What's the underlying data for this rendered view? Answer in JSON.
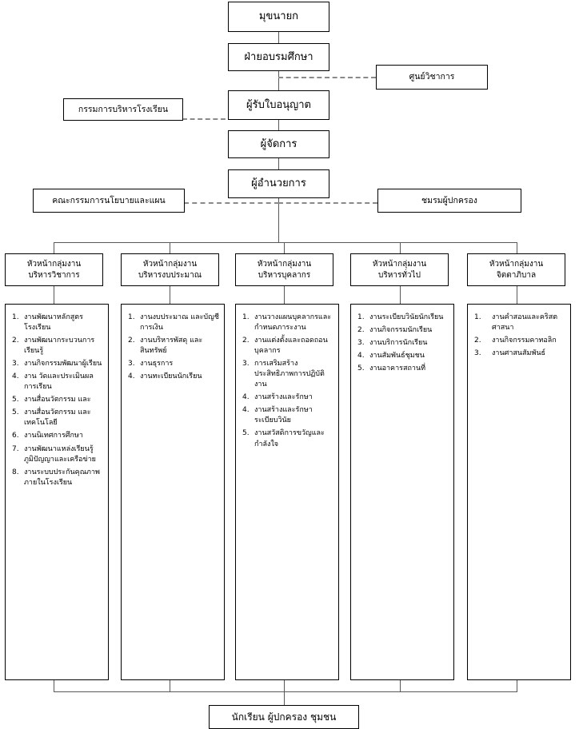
{
  "diagram": {
    "title": "School Organization Chart",
    "type": "org-chart",
    "hierarchy": {
      "level1": {
        "label": "มุขนายก"
      },
      "level2": {
        "label": "ฝ่ายอบรมศึกษา"
      },
      "level3": {
        "label": "ผู้รับใบอนุญาต"
      },
      "level4": {
        "label": "ผู้จัดการ"
      },
      "level5": {
        "label": "ผู้อำนวยการ"
      },
      "bottom": {
        "label": "นักเรียน   ผู้ปกครอง  ชุมชน"
      }
    },
    "advisory": {
      "academic_center": {
        "label": "ศูนย์วิชาการ"
      },
      "school_board": {
        "label": "กรรมการบริหารโรงเรียน"
      },
      "policy_committee": {
        "label": "คณะกรรมการนโยบายและแผน"
      },
      "parent_club": {
        "label": "ชมรมผู้ปกครอง"
      }
    },
    "departments": [
      {
        "head_line1": "หัวหน้ากลุ่มงาน",
        "head_line2": "บริหารวิชาการ",
        "tasks": [
          "งานพัฒนาหลักสูตรโรงเรียน",
          "งานพัฒนากระบวนการเรียนรู้",
          "งานกิจกรรมพัฒนาผู้เรียน",
          "งาน วัดและประเมินผลการเรียน",
          "งานสื่อนวัตกรรม และ",
          "งานสื่อนวัตกรรม และเทคโนโลยี",
          "งานนิเทศการศึกษา",
          "งานพัฒนาแหล่งเรียนรู้ภูมิปัญญาและเครือข่าย",
          "งานระบบประกันคุณภาพภายในโรงเรียน"
        ],
        "numbering": [
          "1.",
          "2.",
          "3.",
          "4.",
          "5.",
          "5.",
          "6.",
          "7.",
          "8."
        ]
      },
      {
        "head_line1": "หัวหน้ากลุ่มงาน",
        "head_line2": "บริหารงบประมาณ",
        "tasks": [
          "งานงบประมาณ และบัญชีการเงิน",
          "งานบริหารพัสดุ และสินทรัพย์",
          "งานธุรการ",
          "งานทะเบียนนักเรียน"
        ],
        "numbering": [
          "1.",
          "2.",
          "3.",
          "4."
        ]
      },
      {
        "head_line1": "หัวหน้ากลุ่มงาน",
        "head_line2": "บริหารบุคลากร",
        "tasks": [
          "งานวางแผนบุคลากรและกำหนดภาระงาน",
          "งานแต่งตั้งและถอดถอนบุคลากร",
          "การเสริมสร้างประสิทธิภาพการปฏิบัติงาน",
          "งานสร้างและรักษา",
          "งานสร้างและรักษาระเบียบวินัย",
          "งานสวัสดิการขวัญและกำลังใจ"
        ],
        "numbering": [
          "1.",
          "2.",
          "3.",
          "4.",
          "4.",
          "5."
        ]
      },
      {
        "head_line1": "หัวหน้ากลุ่มงาน",
        "head_line2": "บริหารทั่วไป",
        "tasks": [
          "งานระเบียบวินัยนักเรียน",
          "งานกิจกรรมนักเรียน",
          "งานบริการนักเรียน",
          "งานสัมพันธ์ชุมชน",
          "งานอาคารสถานที่"
        ],
        "numbering": [
          "1.",
          "2.",
          "3.",
          "4.",
          "5."
        ]
      },
      {
        "head_line1": "หัวหน้ากลุ่มงาน",
        "head_line2": "จิตตาภิบาล",
        "tasks": [
          "งานคำสอนและคริสตศาสนา",
          "งานกิจกรรมคาทอลิก",
          "งานศาสนสัมพันธ์"
        ],
        "numbering": [
          "1.",
          "2.",
          "3."
        ]
      }
    ],
    "colors": {
      "background": "#ffffff",
      "border": "#000000",
      "connector": "#585858",
      "dashed_connector": "#8a8a8a",
      "text": "#000000"
    }
  }
}
